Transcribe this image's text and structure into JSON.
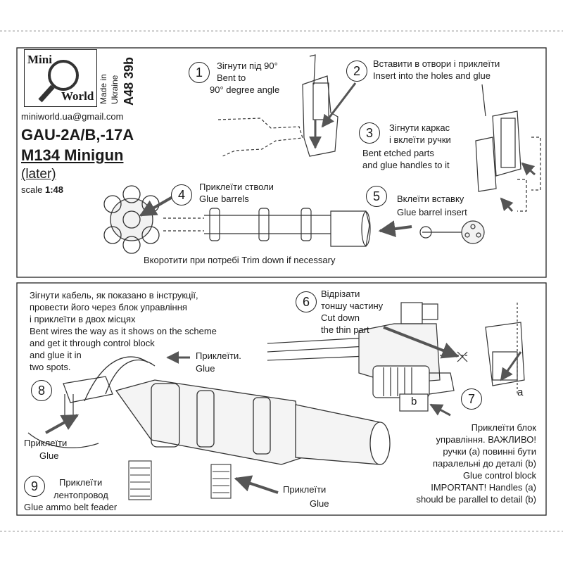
{
  "header": {
    "logo": {
      "line1": "Mini",
      "line2": "World"
    },
    "made_in": "Made in",
    "country": "Ukraine",
    "code": "A48 39b",
    "email": "miniworld.ua@gmail.com",
    "title_line1": "GAU-2A/B,-17A",
    "title_line2": "M134 Minigun",
    "title_line3": "(later)",
    "scale_label": "scale",
    "scale_value": "1:48"
  },
  "steps_top": [
    {
      "number": "1",
      "ua": "Зігнути під 90°",
      "en1": "Bent to",
      "en2": "90° degree angle"
    },
    {
      "number": "2",
      "ua": "Вставити в отвори і приклеїти",
      "en": "Insert into the holes and glue"
    },
    {
      "number": "3",
      "ua1": "Зігнути каркас",
      "ua2": "і вклеїти ручки",
      "en1": "Bent etched parts",
      "en2": "and glue handles to it"
    },
    {
      "number": "4",
      "ua": "Приклеїти стволи",
      "en": "Glue barrels"
    },
    {
      "number": "5",
      "ua": "Вклеїти вставку",
      "en": "Glue barrel insert"
    }
  ],
  "trim_note": "Вкоротити при потребі Trim down if necessary",
  "wires_note": [
    "Зігнути кабель, як показано в інструкції,",
    "провести його через блок управління",
    "і приклеїти в двох місцях",
    "Bent wires the way as it shows on the scheme",
    "and get it through control block",
    "and glue it in",
    "two spots."
  ],
  "glue_small": {
    "ua": "Приклеїти.",
    "en": "Glue"
  },
  "steps_bottom": [
    {
      "number": "6",
      "lines": [
        "Відрізати",
        "тоншу частину",
        "Cut down",
        "the thin part"
      ]
    },
    {
      "number": "7",
      "lines": [
        "Приклеїти блок",
        "управління. ВАЖЛИВО!",
        "ручки (a) повинні бути",
        "паралельні до деталі (b)",
        "Glue control block",
        "IMPORTANT! Handles (a)",
        "should be parallel to detail (b)"
      ]
    },
    {
      "number": "8",
      "lines": [
        "Приклеїти",
        "Glue"
      ]
    },
    {
      "number": "9",
      "lines": [
        "Приклеїти",
        "лентопровод",
        "Glue ammo belt feader"
      ]
    }
  ],
  "glue_bottom": {
    "ua": "Приклеїти",
    "en": "Glue"
  },
  "labels": {
    "a": "a",
    "b": "b"
  }
}
